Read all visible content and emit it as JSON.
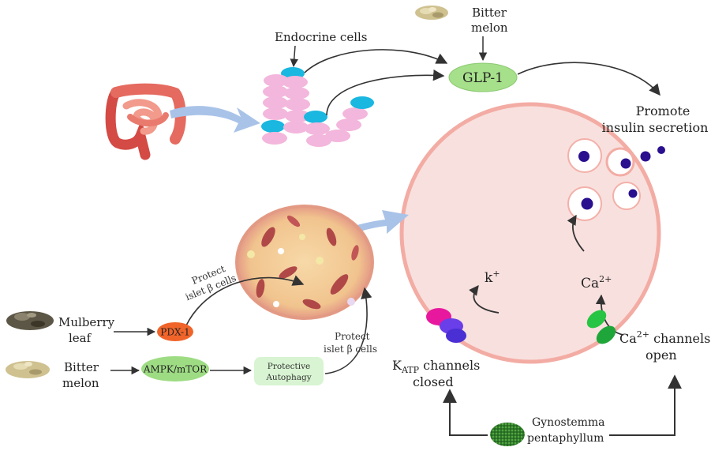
{
  "labels": {
    "endocrine_cells": "Endocrine cells",
    "bitter_melon_top_1": "Bitter",
    "bitter_melon_top_2": "melon",
    "glp1": "GLP-1",
    "promote_1": "Promote",
    "promote_2": "insulin secretion",
    "protect_left_1": "Protect",
    "protect_left_2": "islet β cells",
    "protect_right_1": "Protect",
    "protect_right_2": "islet β cells",
    "mulberry_1": "Mulberry",
    "mulberry_2": "leaf",
    "pdx1": "PDX-1",
    "bitter_melon_bottom_1": "Bitter",
    "bitter_melon_bottom_2": "melon",
    "ampk": "AMPK/mTOR",
    "autophagy_1": "Protective",
    "autophagy_2": "Autophagy",
    "k_ion": "k",
    "k_sup": "+",
    "ca_ion": "Ca",
    "ca_sup": "2+",
    "katp_k": "K",
    "katp_sub": "ATP",
    "katp_rest": " channels",
    "katp_2": "closed",
    "ca_ch_1a": "Ca",
    "ca_ch_sup": "2+",
    "ca_ch_1b": " channels",
    "ca_ch_2": "open",
    "gyno_1": "Gynostemma",
    "gyno_2": "pentaphyllum"
  },
  "colors": {
    "glp1_fill": "#a6e08a",
    "pdx1_fill": "#f0642a",
    "ampk_fill": "#9edc84",
    "autophagy_fill": "#d8f4d2",
    "cell_fill": "#f8e0de",
    "cell_border": "#f3aca4",
    "cyan_cell": "#1ab7e0",
    "pink_cell": "#f3b6dc",
    "vesicle": "#2a0f8f",
    "arrow_blue": "#a9c3e8"
  }
}
